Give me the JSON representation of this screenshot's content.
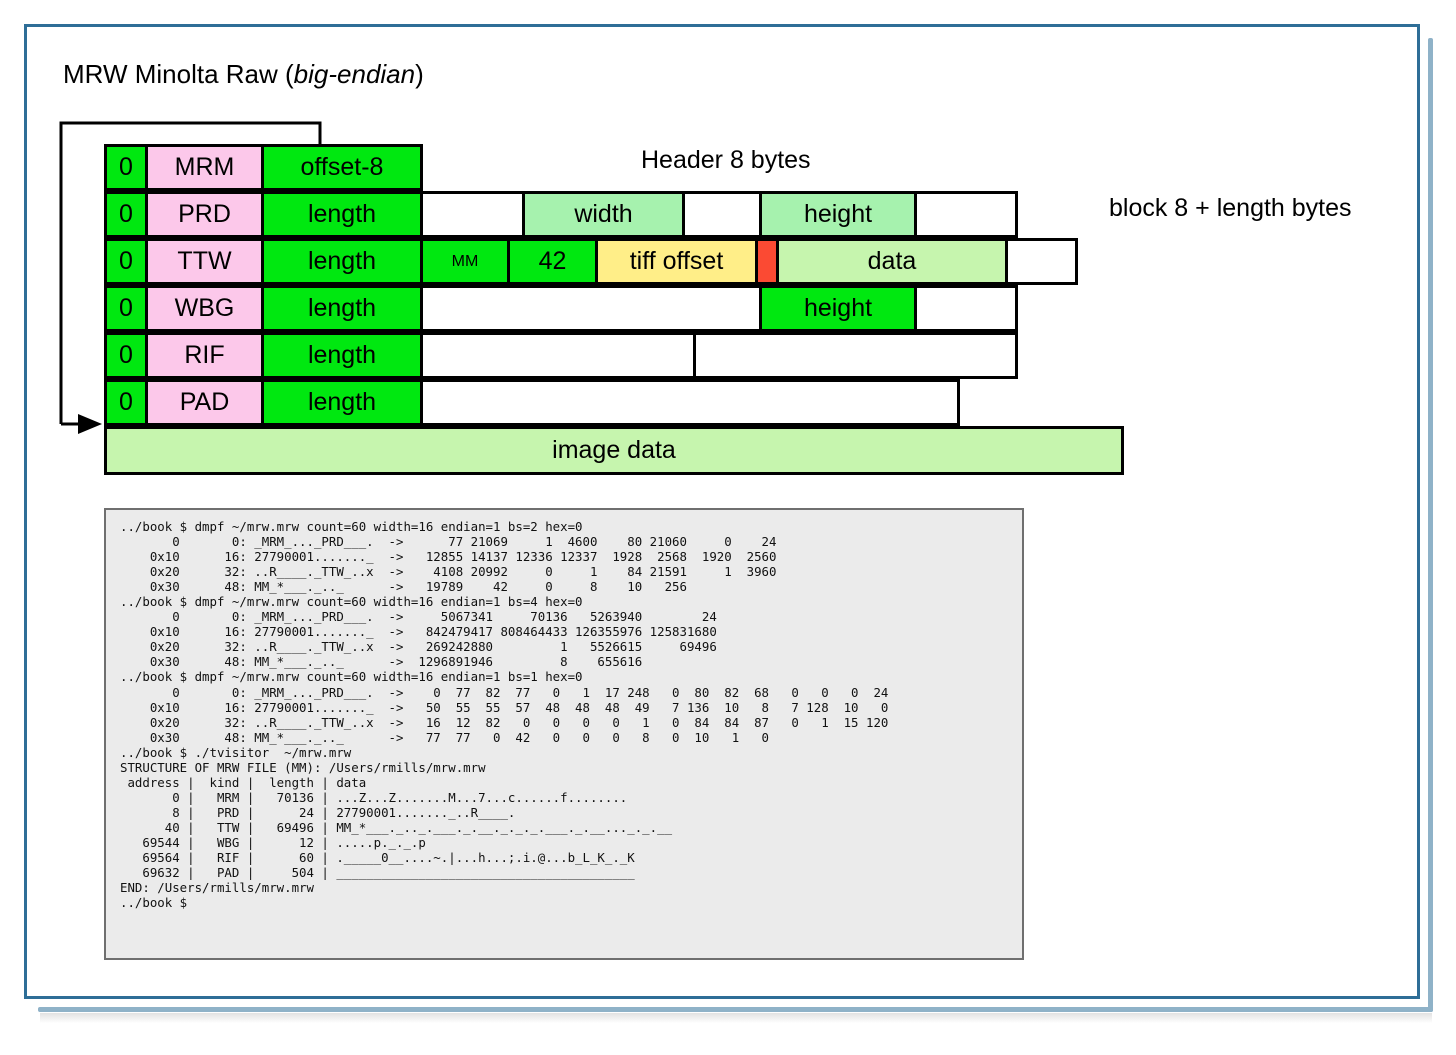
{
  "slide": {
    "title_main": "MRW Minolta Raw (",
    "title_em": "big-endian",
    "title_close": ")",
    "accent_border": "#2e6e97",
    "accent_shadow": "#8fb2c8"
  },
  "notes": {
    "header": "Header 8 bytes",
    "block": "block 8 + length bytes"
  },
  "diagram": {
    "zero": "0",
    "rows": [
      {
        "tag": "MRM",
        "len": "offset-8"
      },
      {
        "tag": "PRD",
        "len": "length"
      },
      {
        "tag": "TTW",
        "len": "length"
      },
      {
        "tag": "WBG",
        "len": "length"
      },
      {
        "tag": "RIF",
        "len": "length"
      },
      {
        "tag": "PAD",
        "len": "length"
      }
    ],
    "prd_width": "width",
    "prd_height": "height",
    "ttw_mm": "MM",
    "ttw_42": "42",
    "ttw_tiff_offset": "tiff offset",
    "ttw_data": "data",
    "wbg_height": "height",
    "image_data": "image data",
    "colors": {
      "green": "#00e810",
      "pink": "#fcc8ea",
      "mint": "#a6f2ae",
      "pale_green": "#c6f5ae",
      "yellow": "#ffee88",
      "red": "#fb4a33",
      "white": "#ffffff",
      "stroke": "#000000"
    }
  },
  "terminal": {
    "background": "#ebebeb",
    "lines": "../book $ dmpf ~/mrw.mrw count=60 width=16 endian=1 bs=2 hex=0\n       0       0: _MRM_..._PRD___.  ->      77 21069     1  4600    80 21060     0    24\n    0x10      16: 27790001......._  ->   12855 14137 12336 12337  1928  2568  1920  2560\n    0x20      32: ..R____._TTW_..x  ->    4108 20992     0     1    84 21591     1  3960\n    0x30      48: MM_*___._.._      ->   19789    42     0     8    10   256\n../book $ dmpf ~/mrw.mrw count=60 width=16 endian=1 bs=4 hex=0\n       0       0: _MRM_..._PRD___.  ->     5067341     70136   5263940        24\n    0x10      16: 27790001......._  ->   842479417 808464433 126355976 125831680\n    0x20      32: ..R____._TTW_..x  ->   269242880         1   5526615     69496\n    0x30      48: MM_*___._.._      ->  1296891946         8    655616\n../book $ dmpf ~/mrw.mrw count=60 width=16 endian=1 bs=1 hex=0\n       0       0: _MRM_..._PRD___.  ->    0  77  82  77   0   1  17 248   0  80  82  68   0   0   0  24\n    0x10      16: 27790001......._  ->   50  55  55  57  48  48  48  49   7 136  10   8   7 128  10   0\n    0x20      32: ..R____._TTW_..x  ->   16  12  82   0   0   0   0   1   0  84  84  87   0   1  15 120\n    0x30      48: MM_*___._.._      ->   77  77   0  42   0   0   0   8   0  10   1   0\n../book $ ./tvisitor  ~/mrw.mrw\nSTRUCTURE OF MRW FILE (MM): /Users/rmills/mrw.mrw\n address |  kind |  length | data\n       0 |   MRM |   70136 | ...Z...Z.......M...7...c......f........\n       8 |   PRD |      24 | 27790001......._..R____.\n      40 |   TTW |   69496 | MM_*___._.._.___._.__._._._.___._.__..._._.__\n   69544 |   WBG |      12 | .....p._._.p\n   69564 |   RIF |      60 | ._____0__....~.|...h...;.i.@...b_L_K_._K\n   69632 |   PAD |     504 | ________________________________________\nEND: /Users/rmills/mrw.mrw\n../book $"
  }
}
